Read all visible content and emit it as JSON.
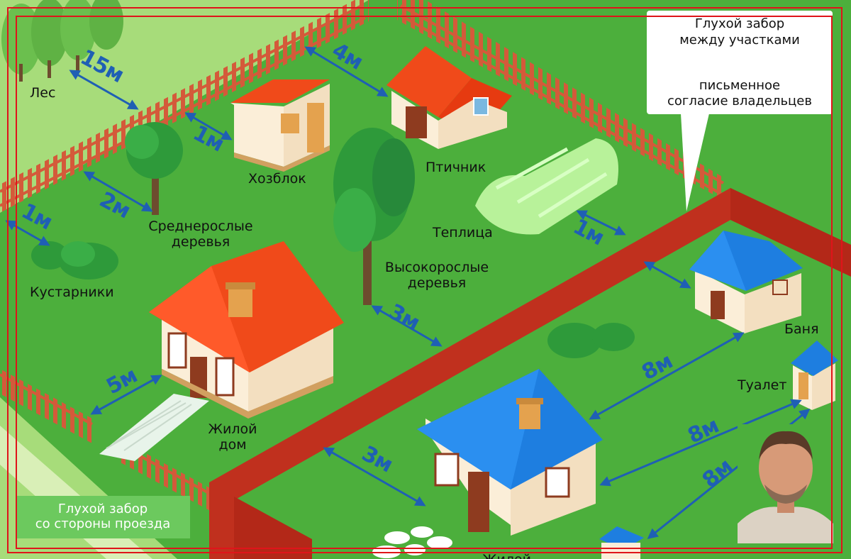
{
  "labels": {
    "forest": "Лес",
    "shed": "Хозблок",
    "poultry": "Птичник",
    "greenhouse": "Теплица",
    "medium_trees_l1": "Среднерослые",
    "medium_trees_l2": "деревья",
    "shrubs": "Кустарники",
    "tall_trees_l1": "Высокорослые",
    "tall_trees_l2": "деревья",
    "house_l1": "Жилой",
    "house_l2": "дом",
    "sauna": "Баня",
    "toilet": "Туалет",
    "bottom_cut": "Жилой"
  },
  "distances": {
    "forest": "15м",
    "poultry": "4м",
    "shed": "1м",
    "fence_top": "1м",
    "medium_trees": "2м",
    "greenhouse": "1м",
    "tall_trees": "3м",
    "house_road": "5м",
    "neighbor_fence": "3м",
    "sauna": "8м",
    "toilet_1": "8м",
    "toilet_2": "8м"
  },
  "callout": {
    "line1": "Глухой забор",
    "line2": "между участками",
    "line3": "письменное",
    "line4": "согласие владельцев"
  },
  "badge": {
    "line1": "Глухой забор",
    "line2": "со стороны проезда"
  },
  "colors": {
    "grass": "#4caf3c",
    "light_grass": "#a7dc7a",
    "picket_fence": "#d45a3a",
    "solid_fence": "#c0301e",
    "red_roof": "#f04a1a",
    "blue_roof": "#1e7ee0",
    "wall": "#fbeed8",
    "arrow": "#1f5fb4",
    "frame": "#e0141a"
  }
}
